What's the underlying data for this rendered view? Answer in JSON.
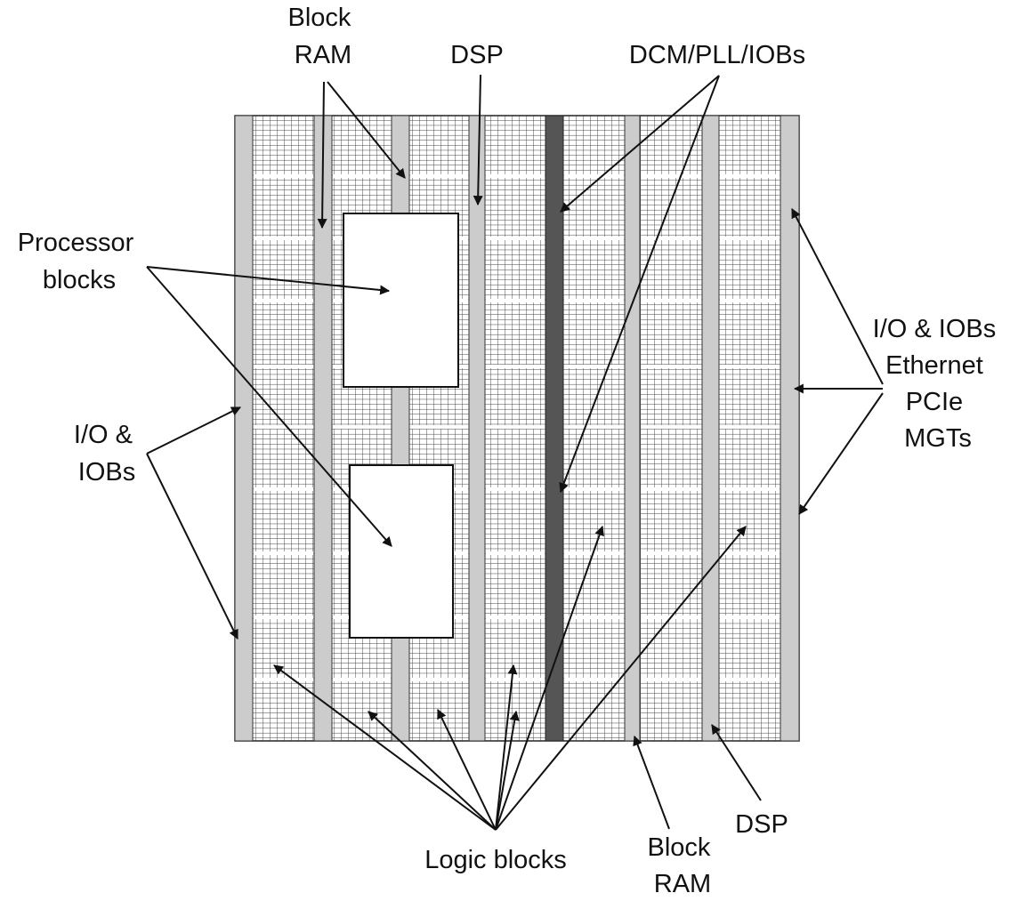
{
  "labels": {
    "block_ram_top": [
      "Block",
      "RAM"
    ],
    "dsp_top": "DSP",
    "dcm_pll_iobs": "DCM/PLL/IOBs",
    "processor_blocks": [
      "Processor",
      "blocks"
    ],
    "io_iobs_left": [
      "I/O &",
      "IOBs"
    ],
    "io_iobs_right": [
      "I/O & IOBs",
      "Ethernet",
      "PCIe",
      "MGTs"
    ],
    "logic_blocks": "Logic blocks",
    "block_ram_bottom": [
      "Block",
      "RAM"
    ],
    "dsp_bottom": "DSP"
  },
  "colors": {
    "column_fill": "#cccccc",
    "clock_column_fill": "#555555",
    "grid_line": "#333333",
    "arrow": "#111111",
    "processor_fill": "#ffffff"
  }
}
